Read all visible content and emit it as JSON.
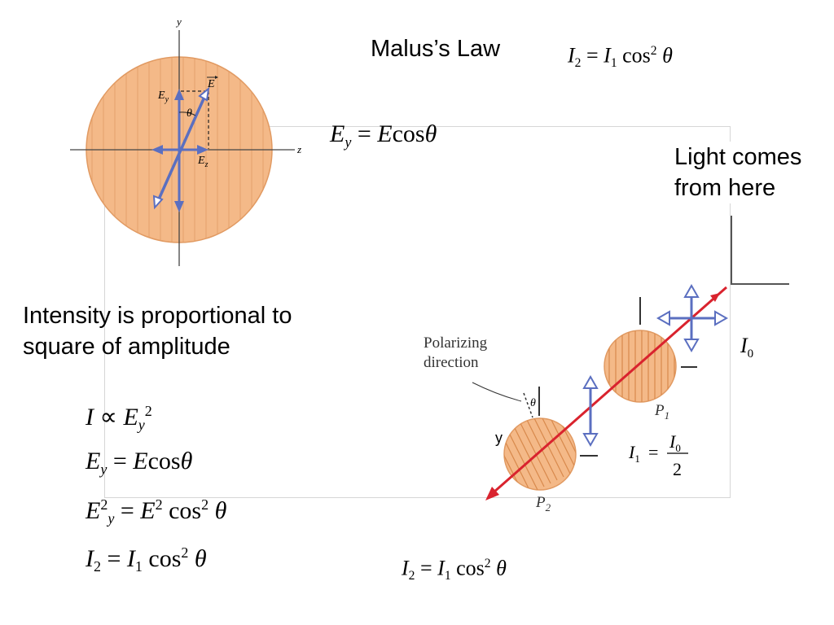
{
  "title": "Malus’s Law",
  "header_formula": {
    "lhs": "I",
    "lhs_sub": "2",
    "eq": "=",
    "rhs": "I",
    "rhs_sub": "1",
    "fn": "cos",
    "exp": "2",
    "var": "θ"
  },
  "ey_formula": {
    "lhs": "E",
    "lhs_sub": "y",
    "eq": "=",
    "rhs": "E",
    "fn": "cos",
    "var": "θ"
  },
  "light_note": {
    "line1": "Light comes",
    "line2": "from here"
  },
  "intensity_note": {
    "line1": "Intensity is proportional to",
    "line2": "square of amplitude"
  },
  "derivation": {
    "l1": {
      "a": "I",
      "rel": "∝",
      "b": "E",
      "b_sub": "y",
      "b_sup": "2"
    },
    "l2": {
      "a": "E",
      "a_sub": "y",
      "eq": "=",
      "b": "E",
      "fn": "cos",
      "var": "θ"
    },
    "l3": {
      "a": "E",
      "a_sup": "2",
      "a_sub": "y",
      "eq": "=",
      "b": "E",
      "b_sup": "2",
      "fn": "cos",
      "fn_sup": "2",
      "var": "θ"
    },
    "l4": {
      "a": "I",
      "a_sub": "2",
      "eq": "=",
      "b": "I",
      "b_sub": "1",
      "fn": "cos",
      "fn_sup": "2",
      "var": "θ"
    }
  },
  "bottom_formula": {
    "lhs": "I",
    "lhs_sub": "2",
    "eq": "=",
    "rhs": "I",
    "rhs_sub": "1",
    "fn": "cos",
    "exp": "2",
    "var": "θ"
  },
  "field_diagram": {
    "axis_y": "y",
    "axis_z": "z",
    "vector": "E",
    "comp_y": "E",
    "comp_y_sub": "y",
    "comp_z": "E",
    "comp_z_sub": "z",
    "angle": "θ"
  },
  "polarizer_diagram": {
    "pol_label_1": "Polarizing",
    "pol_label_2": "direction",
    "angle": "θ",
    "p1": "P",
    "p1_sub": "1",
    "p2": "P",
    "p2_sub": "2",
    "y_label": "y",
    "i0": "I",
    "i0_sub": "0",
    "i1_lhs": "I",
    "i1_lhs_sub": "1",
    "i1_eq": "=",
    "i1_num": "I",
    "i1_num_sub": "0",
    "i1_den": "2"
  },
  "colors": {
    "disk": "#f4b988",
    "disk_stroke": "#e19a62",
    "arrow_blue": "#5b6fc0",
    "beam_red": "#d9232e"
  }
}
